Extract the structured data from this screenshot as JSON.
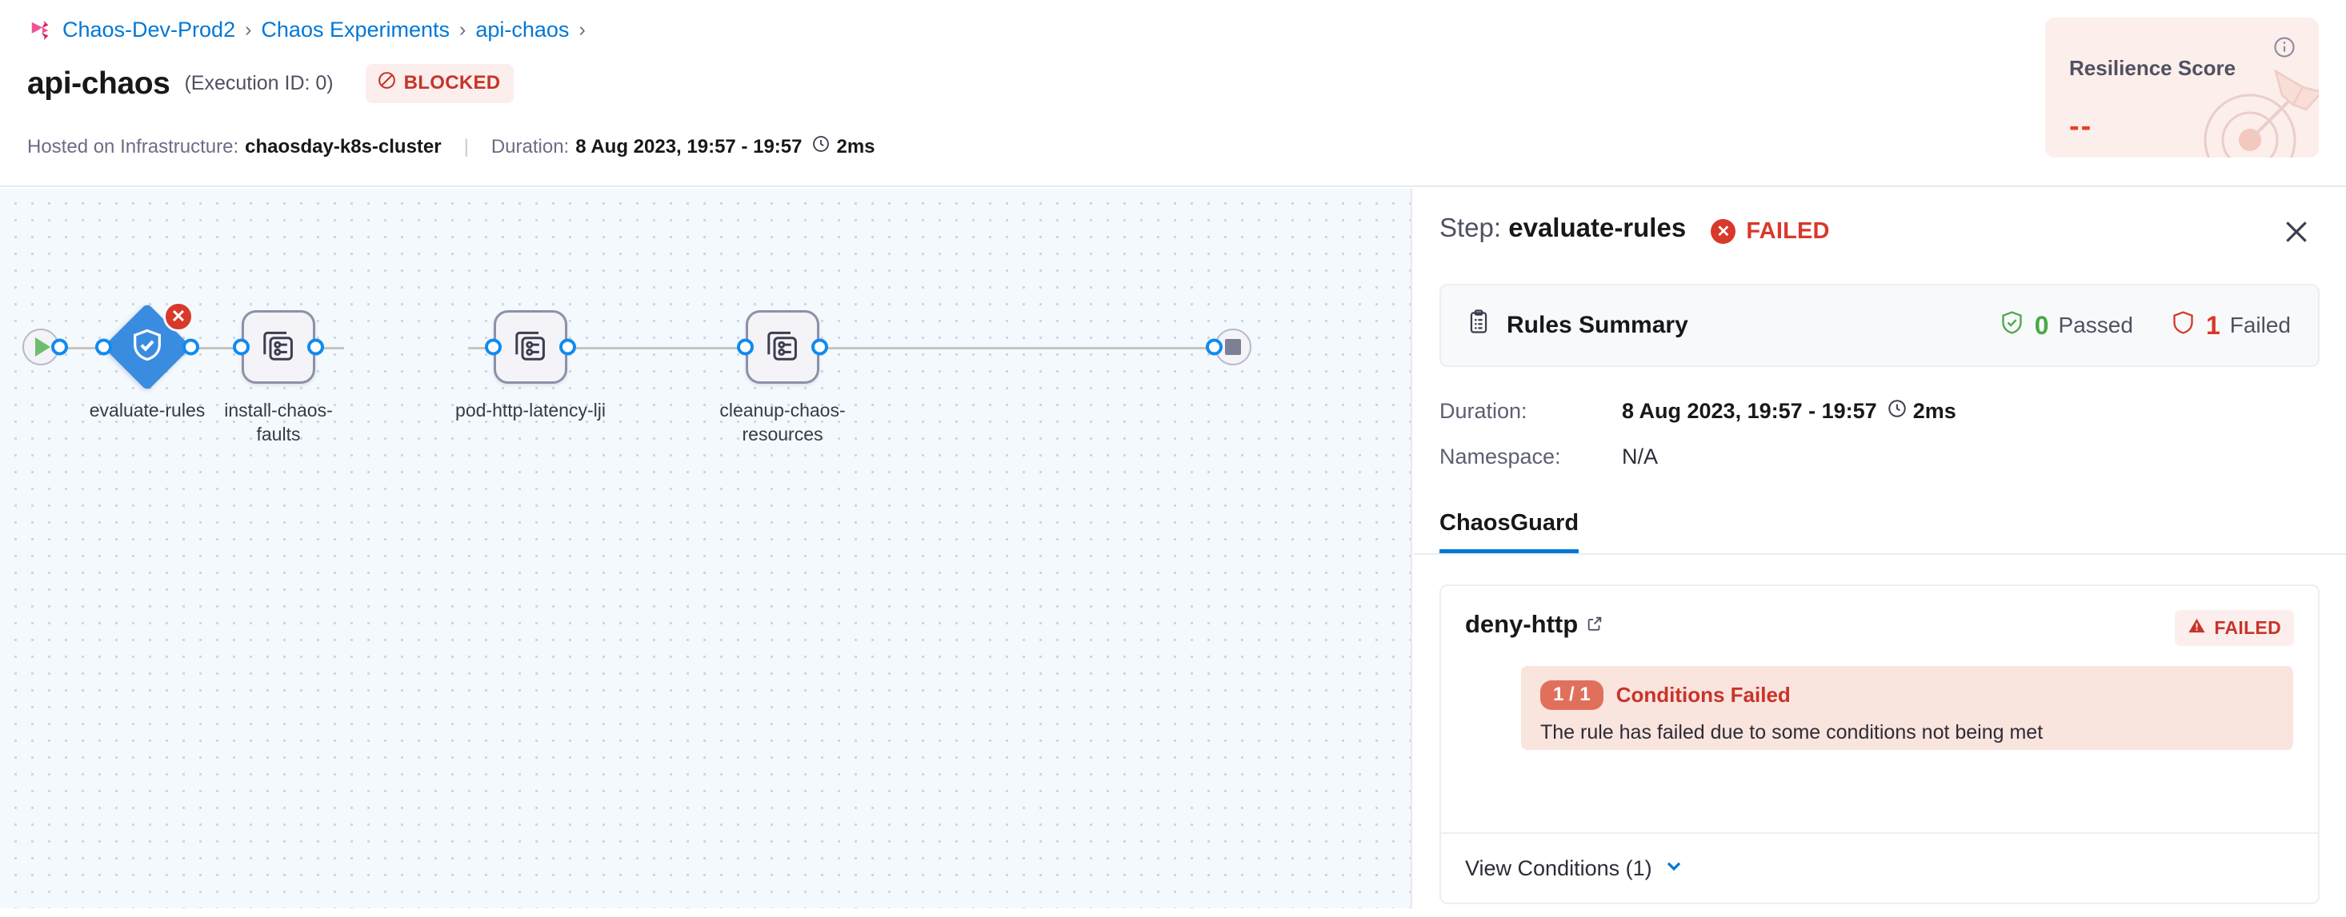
{
  "breadcrumb": {
    "logo_icon": "harness-logo-icon",
    "items": [
      "Chaos-Dev-Prod2",
      "Chaos Experiments",
      "api-chaos"
    ],
    "separator": "›",
    "trailing_separator": "›"
  },
  "header": {
    "title": "api-chaos",
    "execution_id": "(Execution ID: 0)",
    "status_badge": {
      "label": "BLOCKED",
      "icon": "blocked-icon",
      "color": "#c7342a",
      "bg": "#fbeeec"
    },
    "infra_label": "Hosted on Infrastructure:",
    "infra_value": "chaosday-k8s-cluster",
    "duration_label": "Duration:",
    "duration_value": "8 Aug 2023, 19:57 - 19:57",
    "duration_elapsed": "2ms",
    "clock_icon": "clock-icon"
  },
  "resilience": {
    "title": "Resilience Score",
    "value": "--",
    "info_icon": "info-icon",
    "target_icon": "target-arrow-icon",
    "bg": "#fceeea",
    "value_color": "#e8402a"
  },
  "graph": {
    "start_node": {
      "name": "start",
      "icon": "play-icon"
    },
    "end_node": {
      "name": "end",
      "icon": "stop-icon"
    },
    "nodes": [
      {
        "label": "evaluate-rules",
        "shape": "diamond",
        "icon": "shield-check-icon",
        "status": "failed",
        "status_icon": "error-x-icon",
        "color": "#3a8ce0"
      },
      {
        "label": "install-chaos-faults",
        "shape": "square",
        "icon": "chaos-fault-icon",
        "status": "none"
      },
      {
        "label": "pod-http-latency-lji",
        "shape": "square",
        "icon": "chaos-fault-icon",
        "status": "none"
      },
      {
        "label": "cleanup-chaos-resources",
        "shape": "square",
        "icon": "chaos-fault-icon",
        "status": "none"
      }
    ]
  },
  "panel": {
    "step_prefix": "Step:",
    "step_name": "evaluate-rules",
    "step_status": "FAILED",
    "step_status_icon": "error-x-icon",
    "close_icon": "close-icon",
    "rules_summary": {
      "icon": "clipboard-icon",
      "title": "Rules Summary",
      "passed_count": "0",
      "passed_label": "Passed",
      "passed_icon": "shield-check-icon",
      "failed_count": "1",
      "failed_label": "Failed",
      "failed_icon": "shield-outline-icon"
    },
    "details": [
      {
        "key": "Duration:",
        "value": "8 Aug 2023, 19:57 - 19:57",
        "extra": "2ms",
        "icon": "clock-icon"
      },
      {
        "key": "Namespace:",
        "value": "N/A"
      }
    ],
    "tabs": [
      {
        "label": "ChaosGuard",
        "active": true
      }
    ],
    "rule": {
      "name": "deny-http",
      "external_link_icon": "external-link-icon",
      "status_badge": {
        "label": "FAILED",
        "icon": "warning-triangle-icon"
      },
      "condition": {
        "pill": "1 / 1",
        "label": "Conditions Failed",
        "description": "The rule has failed due to some conditions not being met"
      },
      "view_conditions": "View Conditions (1)",
      "chevron_icon": "chevron-down-icon"
    }
  }
}
